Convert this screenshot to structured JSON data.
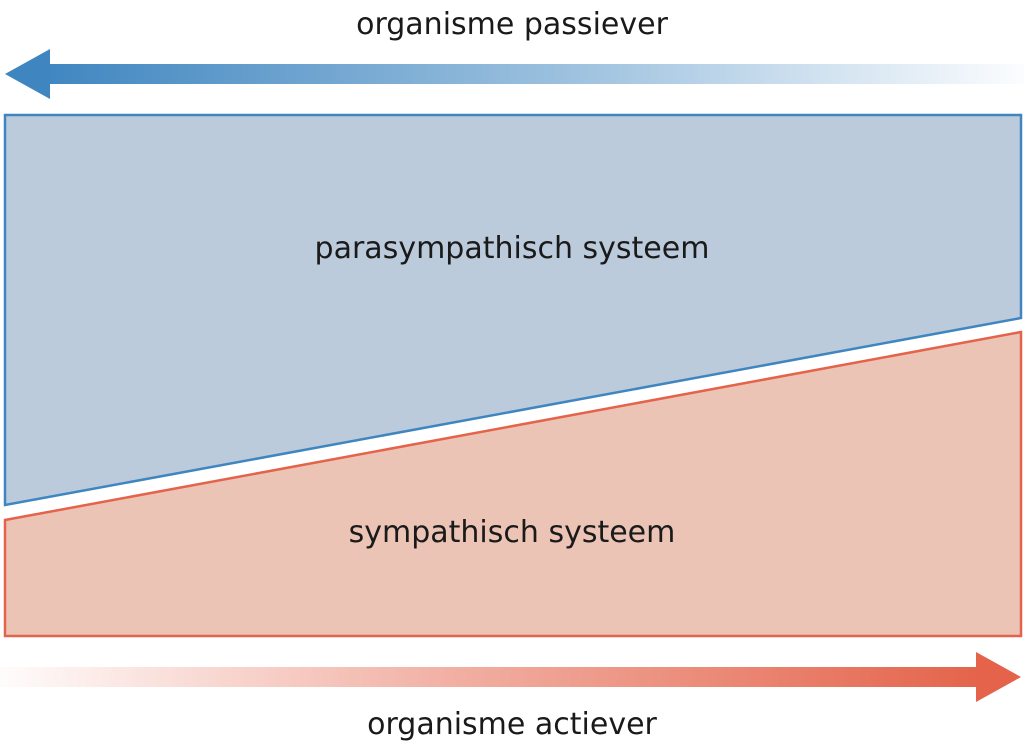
{
  "labels": {
    "top_arrow": "organisme passiever",
    "bottom_arrow": "organisme actiever",
    "upper_region": "parasympathisch systeem",
    "lower_region": "sympathisch systeem"
  },
  "colors": {
    "parasympathetic_fill": "#bccbdc",
    "parasympathetic_stroke": "#3f86c0",
    "sympathetic_fill": "#ebc4b6",
    "sympathetic_stroke": "#e4634a",
    "blue_arrow": "#3f86c0",
    "red_arrow": "#e4634a"
  }
}
